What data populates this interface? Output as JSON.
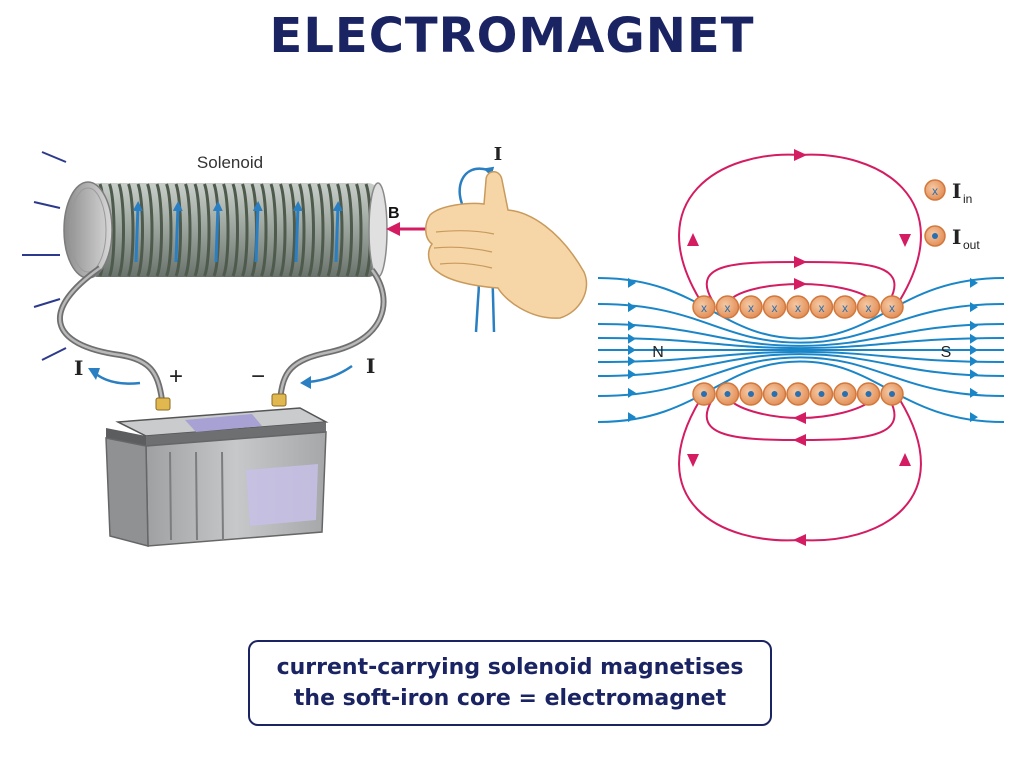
{
  "title": "ELECTROMAGNET",
  "solenoid_figure": {
    "solenoid_label": "Solenoid",
    "field_label": "B",
    "current_label": "I",
    "positive_terminal": "+",
    "negative_terminal": "−"
  },
  "field_figure": {
    "north_label": "N",
    "south_label": "S",
    "into_page_marker": "x",
    "legend": {
      "current_in_symbol": "I",
      "current_in_subscript": "in",
      "current_out_symbol": "I",
      "current_out_subscript": "out"
    }
  },
  "caption": {
    "line1": "current-carrying solenoid magnetises",
    "line2": "the soft-iron core = electromagnet"
  },
  "colors": {
    "title": "#1b2463",
    "field_lines_inside": "#1a86c8",
    "field_lines_outside": "#d41c63",
    "wire_circle": "#e8a06a",
    "coil": "#4e5a4c",
    "battery": "#b3b5b7"
  }
}
